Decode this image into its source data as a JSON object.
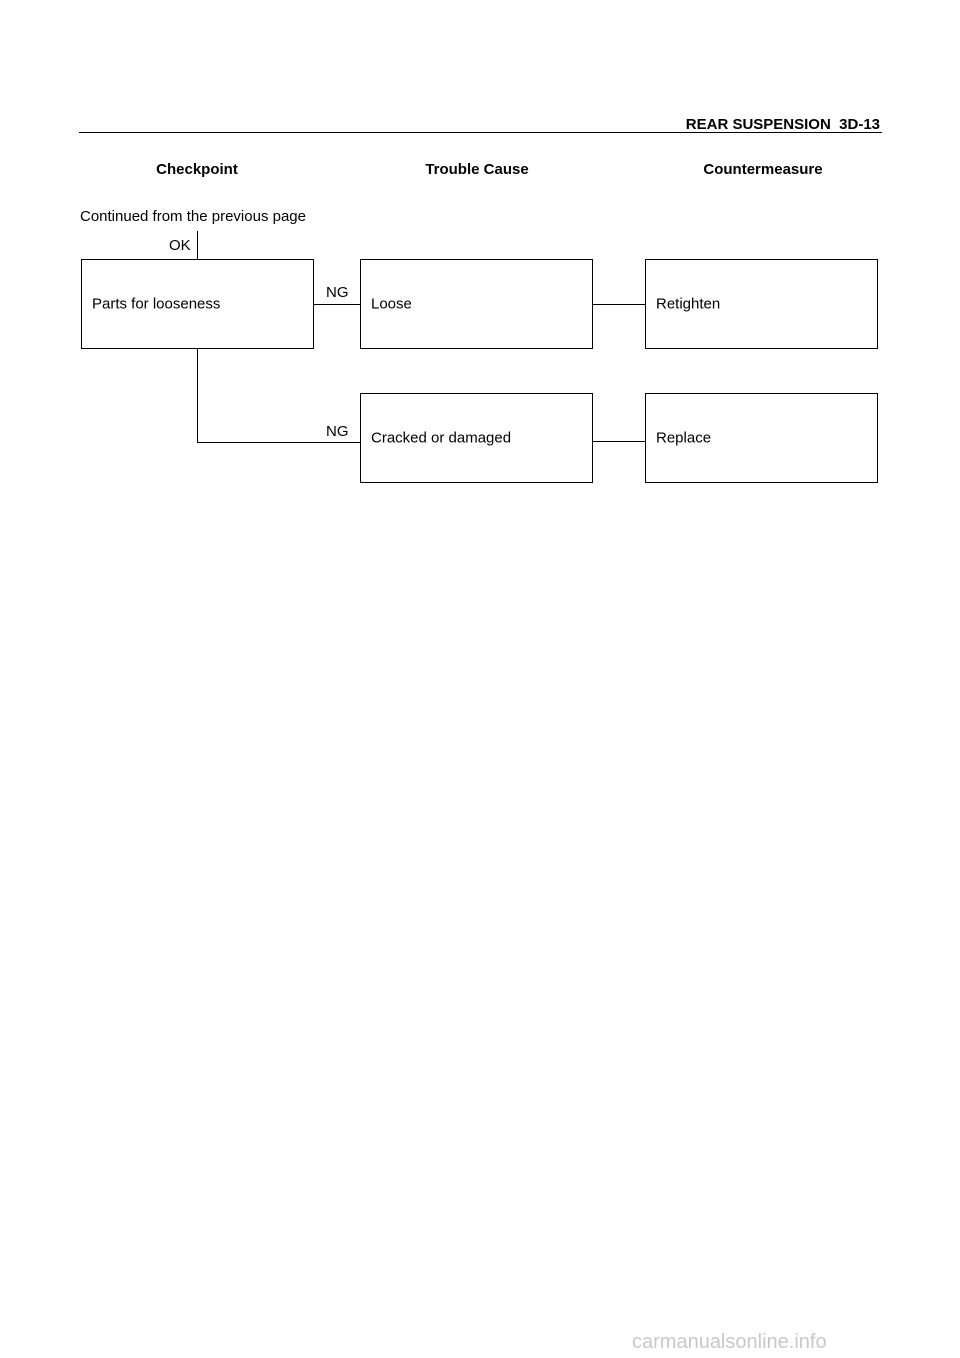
{
  "header": {
    "section_title": "REAR SUSPENSION  3D-13"
  },
  "columns": {
    "checkpoint": "Checkpoint",
    "trouble_cause": "Trouble Cause",
    "countermeasure": "Countermeasure"
  },
  "flow": {
    "continued": "Continued from the previous page",
    "ok_label": "OK",
    "checkpoint_box": "Parts for looseness",
    "branches": [
      {
        "condition": "NG",
        "cause": "Loose",
        "action": "Retighten"
      },
      {
        "condition": "NG",
        "cause": "Cracked or damaged",
        "action": "Replace"
      }
    ]
  },
  "footer": {
    "watermark": "carmanualsonline.info"
  }
}
